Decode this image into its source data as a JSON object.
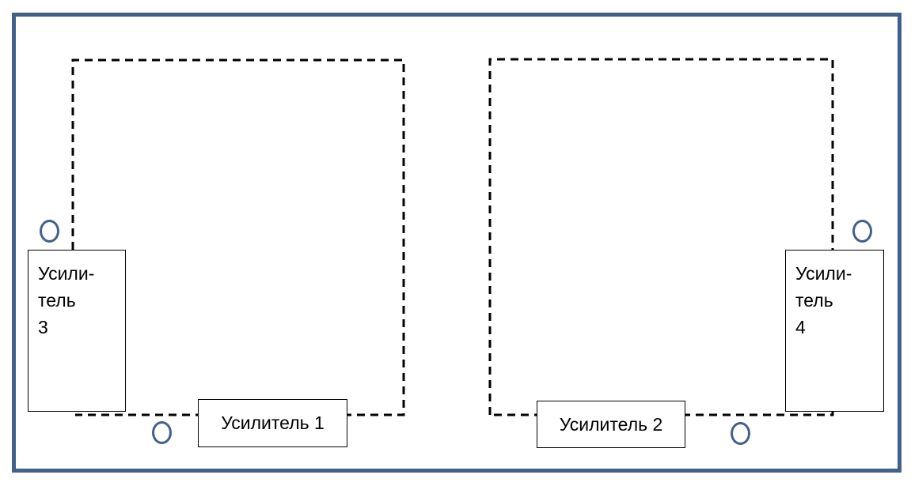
{
  "colors": {
    "frame": "#41608a",
    "ring": "#41608a",
    "loop_line": "#000000",
    "box_border": "#000000",
    "background": "#ffffff"
  },
  "amplifiers": {
    "amp1": {
      "label": "Усилитель 1"
    },
    "amp2": {
      "label": "Усилитель 2"
    },
    "amp3": {
      "line1": "Усили-",
      "line2": "тель",
      "line3": "3"
    },
    "amp4": {
      "line1": "Усили-",
      "line2": "тель",
      "line3": "4"
    }
  }
}
